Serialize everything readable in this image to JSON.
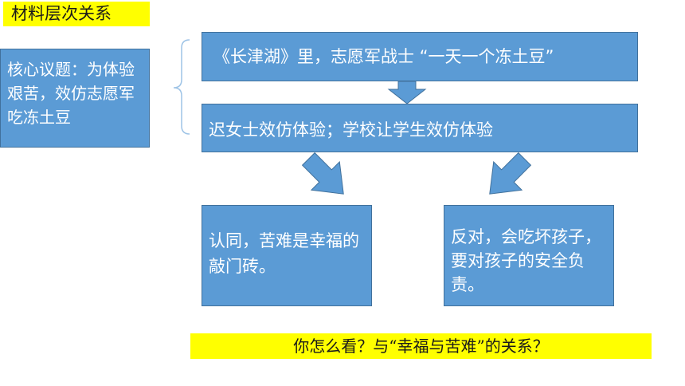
{
  "header": {
    "tag": "材料层次关系"
  },
  "core_issue": {
    "text": "核心议题：为体验艰苦，效仿志愿军吃冻土豆"
  },
  "flow": {
    "top": "《长津湖》里，志愿军战士 “一天一个冻土豆”",
    "middle": "迟女士效仿体验；学校让学生效仿体验",
    "left": "认同，苦难是幸福的敲门砖。",
    "right": "反对，会吃坏孩子，要对孩子的安全负责。"
  },
  "question": {
    "text": "你怎么看？与“幸福与苦难”的关系？"
  },
  "colors": {
    "box_fill": "#5b9bd5",
    "box_border": "#41719c",
    "highlight": "#ffff00",
    "brace": "#9dc3e6"
  }
}
